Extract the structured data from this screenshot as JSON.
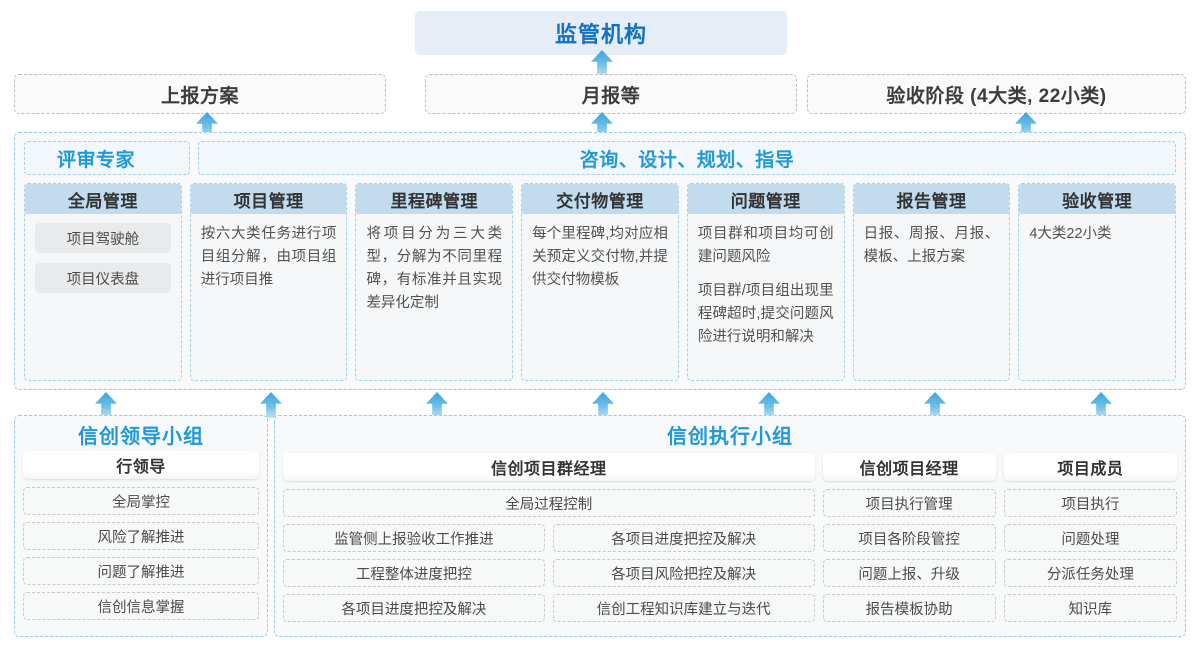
{
  "top": {
    "banner": "监管机构"
  },
  "report_row": [
    {
      "label": "上报方案"
    },
    {
      "label": "月报等"
    },
    {
      "label": "验收阶段 (4大类, 22小类)"
    }
  ],
  "mid_panel": {
    "header_left": "评审专家",
    "header_right": "咨询、设计、规划、指导",
    "cards": [
      {
        "title": "全局管理",
        "chips": [
          "项目驾驶舱",
          "项目仪表盘"
        ],
        "paragraphs": []
      },
      {
        "title": "项目管理",
        "chips": [],
        "paragraphs": [
          "按六大类任务进行项目组分解，由项目组进行项目推"
        ]
      },
      {
        "title": "里程碑管理",
        "chips": [],
        "paragraphs": [
          "将项目分为三大类型，分解为不同里程碑，有标准并且实现差异化定制"
        ]
      },
      {
        "title": "交付物管理",
        "chips": [],
        "paragraphs": [
          "每个里程碑,均对应相关预定义交付物,并提供交付物模板"
        ]
      },
      {
        "title": "问题管理",
        "chips": [],
        "paragraphs": [
          "项目群和项目均可创建问题风险",
          "项目群/项目组出现里程碑超时,提交问题风险进行说明和解决"
        ]
      },
      {
        "title": "报告管理",
        "chips": [],
        "paragraphs": [
          "日报、周报、月报、模板、上报方案"
        ]
      },
      {
        "title": "验收管理",
        "chips": [],
        "paragraphs": [
          "4大类22小类"
        ]
      }
    ]
  },
  "bottom_left": {
    "group_title": "信创领导小组",
    "role_head": "行领导",
    "items": [
      "全局掌控",
      "风险了解推进",
      "问题了解推进",
      "信创信息掌握"
    ]
  },
  "bottom_right": {
    "group_title": "信创执行小组",
    "program_manager": {
      "role_head": "信创项目群经理",
      "full_width_item": "全局过程控制",
      "left_items": [
        "监管侧上报验收工作推进",
        "工程整体进度把控",
        "各项目进度把控及解决"
      ],
      "right_items": [
        "各项目进度把控及解决",
        "各项目风险把控及解决",
        "信创工程知识库建立与迭代"
      ]
    },
    "project_manager": {
      "role_head": "信创项目经理",
      "items": [
        "项目执行管理",
        "项目各阶段管控",
        "问题上报、升级",
        "报告模板协助"
      ]
    },
    "project_member": {
      "role_head": "项目成员",
      "items": [
        "项目执行",
        "问题处理",
        "分派任务处理",
        "知识库"
      ]
    }
  },
  "colors": {
    "accent_blue": "#1f9ad6",
    "banner_blue": "#1272c4",
    "card_head": "#c2dcee",
    "panel_bg": "#f7f9fb",
    "chip_gray": "#e9eaeb"
  }
}
